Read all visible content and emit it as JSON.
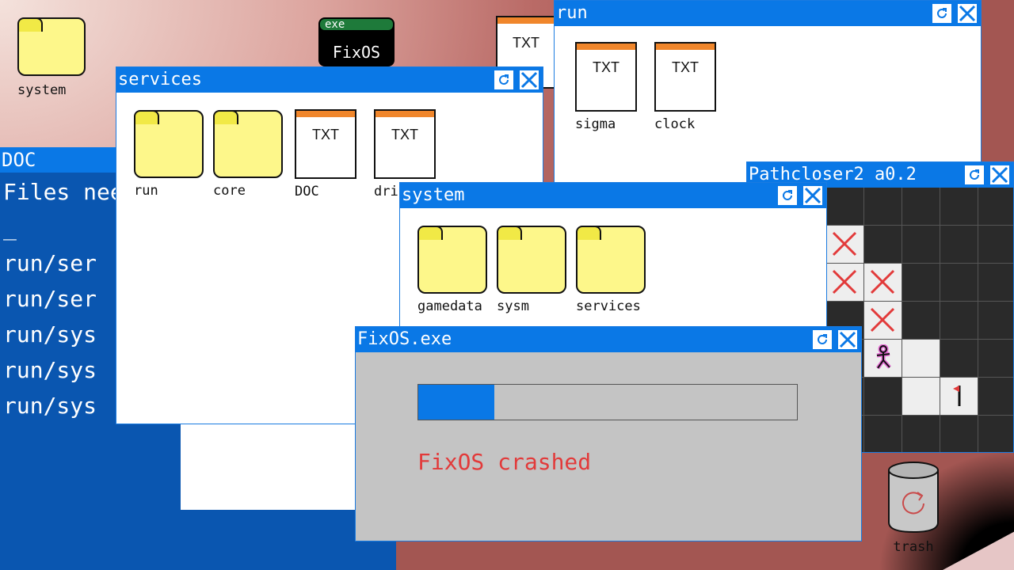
{
  "desktop": {
    "system_label": "system",
    "fixos_badge": "exe",
    "fixos_label": "FixOS",
    "txt_label": "TXT",
    "trash_label": "trash"
  },
  "doc_window": {
    "title": "DOC",
    "lines": [
      "Files nee",
      "_",
      "run/ser",
      "run/ser",
      "run/sys",
      "run/sys",
      "run/sys"
    ]
  },
  "services_window": {
    "title": "services",
    "items": [
      {
        "type": "folder",
        "label": "run"
      },
      {
        "type": "folder",
        "label": "core"
      },
      {
        "type": "txt",
        "label": "DOC",
        "badge": "TXT"
      },
      {
        "type": "txt",
        "label": "drir",
        "badge": "TXT"
      }
    ]
  },
  "run_window": {
    "title": "run",
    "items": [
      {
        "type": "txt",
        "label": "sigma",
        "badge": "TXT"
      },
      {
        "type": "txt",
        "label": "clock",
        "badge": "TXT"
      }
    ]
  },
  "system_window": {
    "title": "system",
    "items": [
      {
        "type": "folder",
        "label": "gamedata"
      },
      {
        "type": "folder",
        "label": "sysm"
      },
      {
        "type": "folder",
        "label": "services"
      }
    ]
  },
  "pathcloser_window": {
    "title": "Pathcloser2 a0.2"
  },
  "fixos_window": {
    "title": "FixOS.exe",
    "progress": 0.2,
    "message": "FixOS crashed"
  },
  "colors": {
    "titlebar": "#0a78e6",
    "folder": "#fdf78a",
    "txt_stripe": "#f0862b",
    "crash_text": "#e23a3a",
    "doc_bg": "#0a56b0"
  }
}
